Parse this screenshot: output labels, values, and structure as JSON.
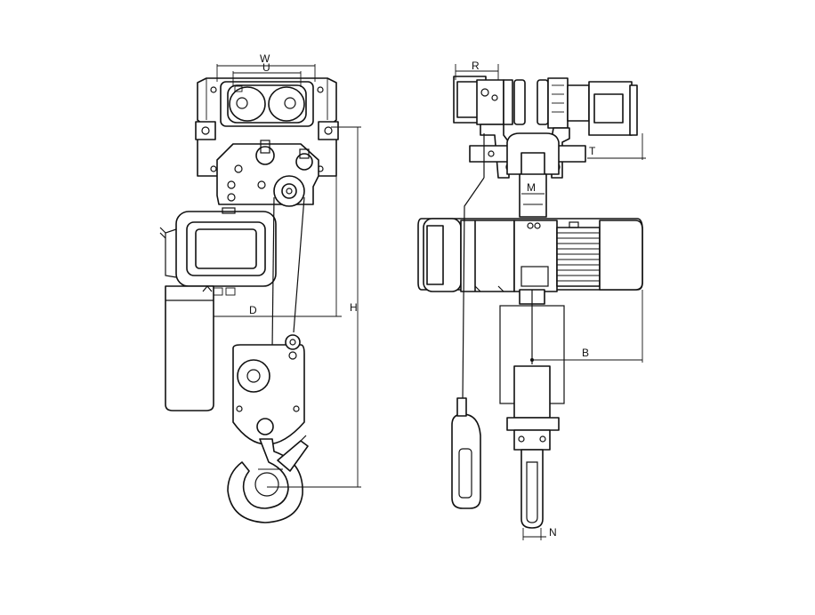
{
  "drawing": {
    "views": [
      "front-view",
      "side-view"
    ],
    "line_color": "#111111",
    "background": "#ffffff"
  },
  "dimensions": {
    "W": "W",
    "U": "U",
    "D": "D",
    "H": "H",
    "R": "R",
    "T": "T",
    "M": "M",
    "B": "B",
    "N": "N"
  }
}
